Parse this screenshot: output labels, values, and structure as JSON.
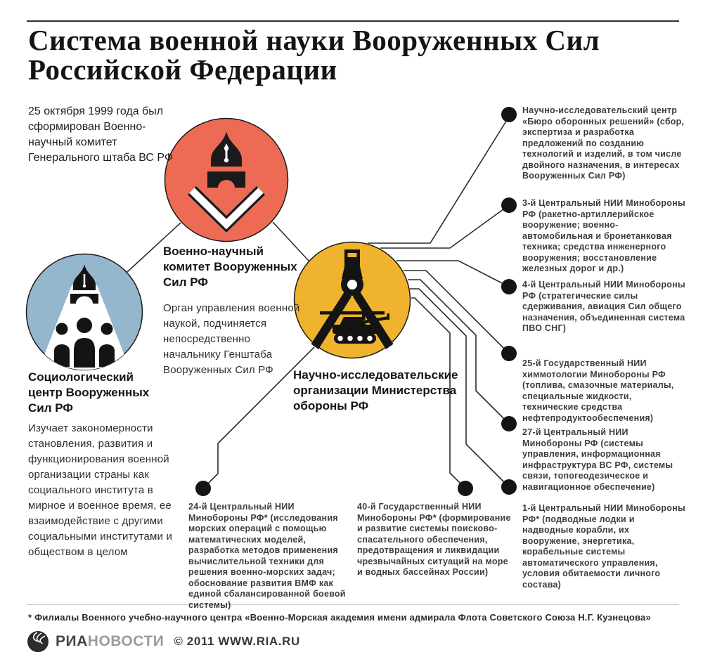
{
  "title": {
    "line1": "Система военной науки Вооруженных Сил",
    "line2": "Российской Федерации"
  },
  "intro": "25 октября 1999 года был сформирован Военно-научный комитет Генерального штаба ВС РФ",
  "colors": {
    "committee_circle": "#ed6a55",
    "socio_circle": "#95b7ce",
    "research_circle": "#f0b32d",
    "line": "#2b2b2b",
    "dot": "#141414",
    "brand_dark": "#454545",
    "brand_gray": "#9b9b9b"
  },
  "nodes": {
    "committee": {
      "icon": "pen-nib-chevron-icon",
      "label": "Военно-научный комитет Вооруженных Сил РФ",
      "desc": "Орган управления военной наукой, подчиняется непосредственно начальнику Генштаба Вооруженных Сил РФ"
    },
    "socio": {
      "icon": "spotlight-people-icon",
      "label": "Социологический центр Вооруженных Сил РФ",
      "desc": "Изучает закономерности становления, развития и функционирования военной организации страны как социального института в мирное и военное время, ее взаимодействие с другими социальными институтами и обществом в целом"
    },
    "research": {
      "icon": "compass-tank-icon",
      "label": "Научно-исследовательские организации Министерства обороны РФ"
    }
  },
  "institutes": [
    {
      "text": "Научно-исследовательский центр «Бюро оборонных решений» (сбор, экспертиза и разработка предложений по созданию технологий и изделий, в том числе двойного назначения, в интересах Вооруженных Сил РФ)"
    },
    {
      "text": "3-й Центральный НИИ Минобороны РФ (ракетно-артиллерийское вооружение; военно-автомобильная и бронетанковая техника; средства инженерного вооружения; восстановление железных дорог и др.)"
    },
    {
      "text": "4-й Центральный НИИ Минобороны РФ (стратегические силы сдерживания, авиация Сил общего назначения, объединенная система ПВО СНГ)"
    },
    {
      "text": "25-й Государственный НИИ химмотологии Минобороны РФ (топлива, смазочные материалы, специальные жидкости, технические средства нефтепродуктообеспечения)"
    },
    {
      "text": "27-й Центральный НИИ Минобороны РФ (системы управления, информационная инфраструктура ВС РФ, системы связи, топогеодезическое и навигационное обеспечение)"
    },
    {
      "text": "1-й Центральный НИИ Минобороны РФ* (подводные лодки и надводные корабли, их вооружение, энергетика, корабельные системы автоматического управления, условия обитаемости личного состава)"
    },
    {
      "text": "24-й Центральный НИИ Минобороны РФ* (исследования морских операций с помощью математических моделей, разработка методов применения вычислительной техники для решения военно-морских задач; обоснование развития ВМФ как единой сбалансированной боевой системы)"
    },
    {
      "text": "40-й Государственный НИИ Минобороны РФ* (формирование и развитие системы поисково-спасательного обеспечения, предотвращения и ликвидации чрезвычайных ситуаций на море и водных бассейнах России)"
    }
  ],
  "footnote": "* Филиалы Военного учебно-научного центра «Военно-Морская академия имени адмирала Флота Советского Союза Н.Г. Кузнецова»",
  "footer": {
    "brand_ria": "РИА",
    "brand_novosti": "НОВОСТИ",
    "copyright": "© 2011 WWW.RIA.RU"
  }
}
